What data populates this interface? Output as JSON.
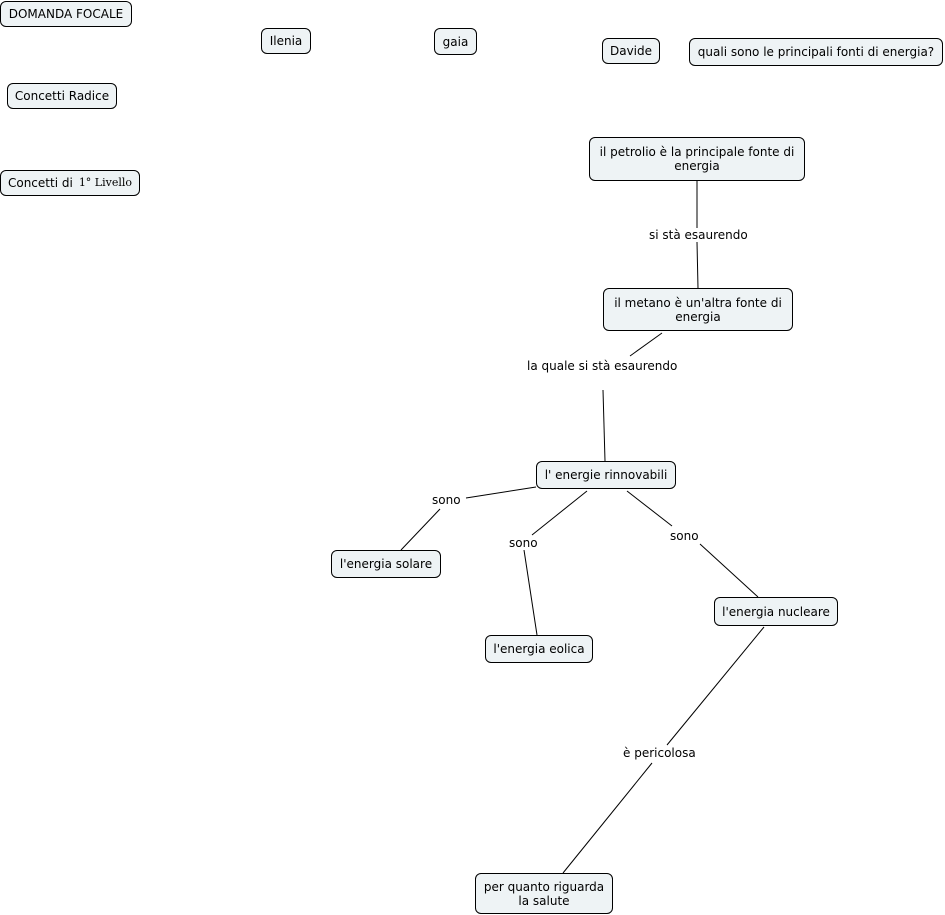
{
  "legend": {
    "focal_question_title": "DOMANDA FOCALE",
    "root_concepts_title": "Concetti Radice",
    "level1_concepts_prefix": "Concetti di",
    "level1_concepts_suffix": "1° Livello"
  },
  "authors": [
    "Ilenia",
    "gaia",
    "Davide"
  ],
  "focal_question": "quali sono le principali fonti di energia?",
  "concepts": {
    "petrolio": "il petrolio è la principale fonte di energia",
    "metano": "il metano è un'altra fonte di energia",
    "rinnovabili": "l' energie rinnovabili",
    "solare": "l'energia solare",
    "eolica": "l'energia eolica",
    "nucleare": "l'energia nucleare",
    "salute": "per quanto riguarda la salute"
  },
  "link_phrases": {
    "petrolio_metano": "si stà esaurendo",
    "metano_rinnovabili": "la quale si stà esaurendo",
    "rinnovabili_solare": "sono",
    "rinnovabili_eolica": "sono",
    "rinnovabili_nucleare": "sono",
    "nucleare_salute": "è pericolosa"
  }
}
